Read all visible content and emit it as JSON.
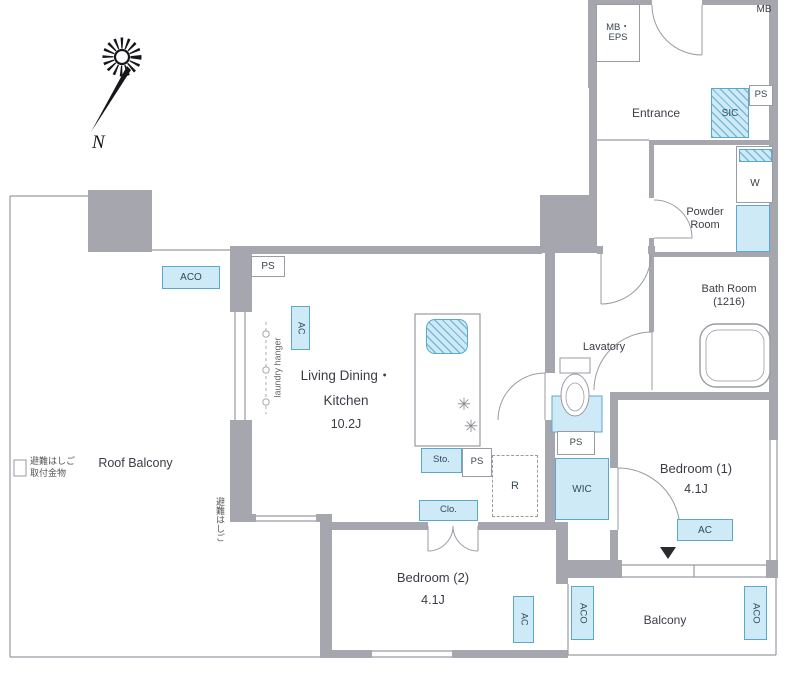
{
  "compass": {
    "north": "N"
  },
  "colors": {
    "wall": "#a5a6ae",
    "line": "#9a9ba3",
    "blue_fill": "#cfeaf7",
    "blue_border": "#5aa9cc"
  },
  "rooms": {
    "living": {
      "line1": "Living Dining・",
      "line2": "Kitchen",
      "size": "10.2J"
    },
    "bedroom1": {
      "name": "Bedroom (1)",
      "size": "4.1J"
    },
    "bedroom2": {
      "name": "Bedroom (2)",
      "size": "4.1J"
    },
    "roof_balcony": {
      "name": "Roof Balcony"
    },
    "balcony": {
      "name": "Balcony"
    },
    "entrance": {
      "name": "Entrance"
    },
    "powder": {
      "name": "Powder Room"
    },
    "bath": {
      "name": "Bath Room (1216)"
    },
    "lavatory": {
      "name": "Lavatory"
    }
  },
  "tags": {
    "mb": "MB",
    "mb_eps": "MB・EPS",
    "ps": "PS",
    "sic": "SIC",
    "wic": "WIC",
    "washer": "W",
    "fridge": "R",
    "storage": "Sto.",
    "closet": "Clo.",
    "ac": "AC",
    "aco": "ACO"
  },
  "notes": {
    "laundry_hanger": "laundry hanger",
    "evac_line1": "避難はしご",
    "evac_line2": "取付金物",
    "evac_vertical": "避難はしご"
  },
  "icons": {
    "burner": "✳"
  }
}
